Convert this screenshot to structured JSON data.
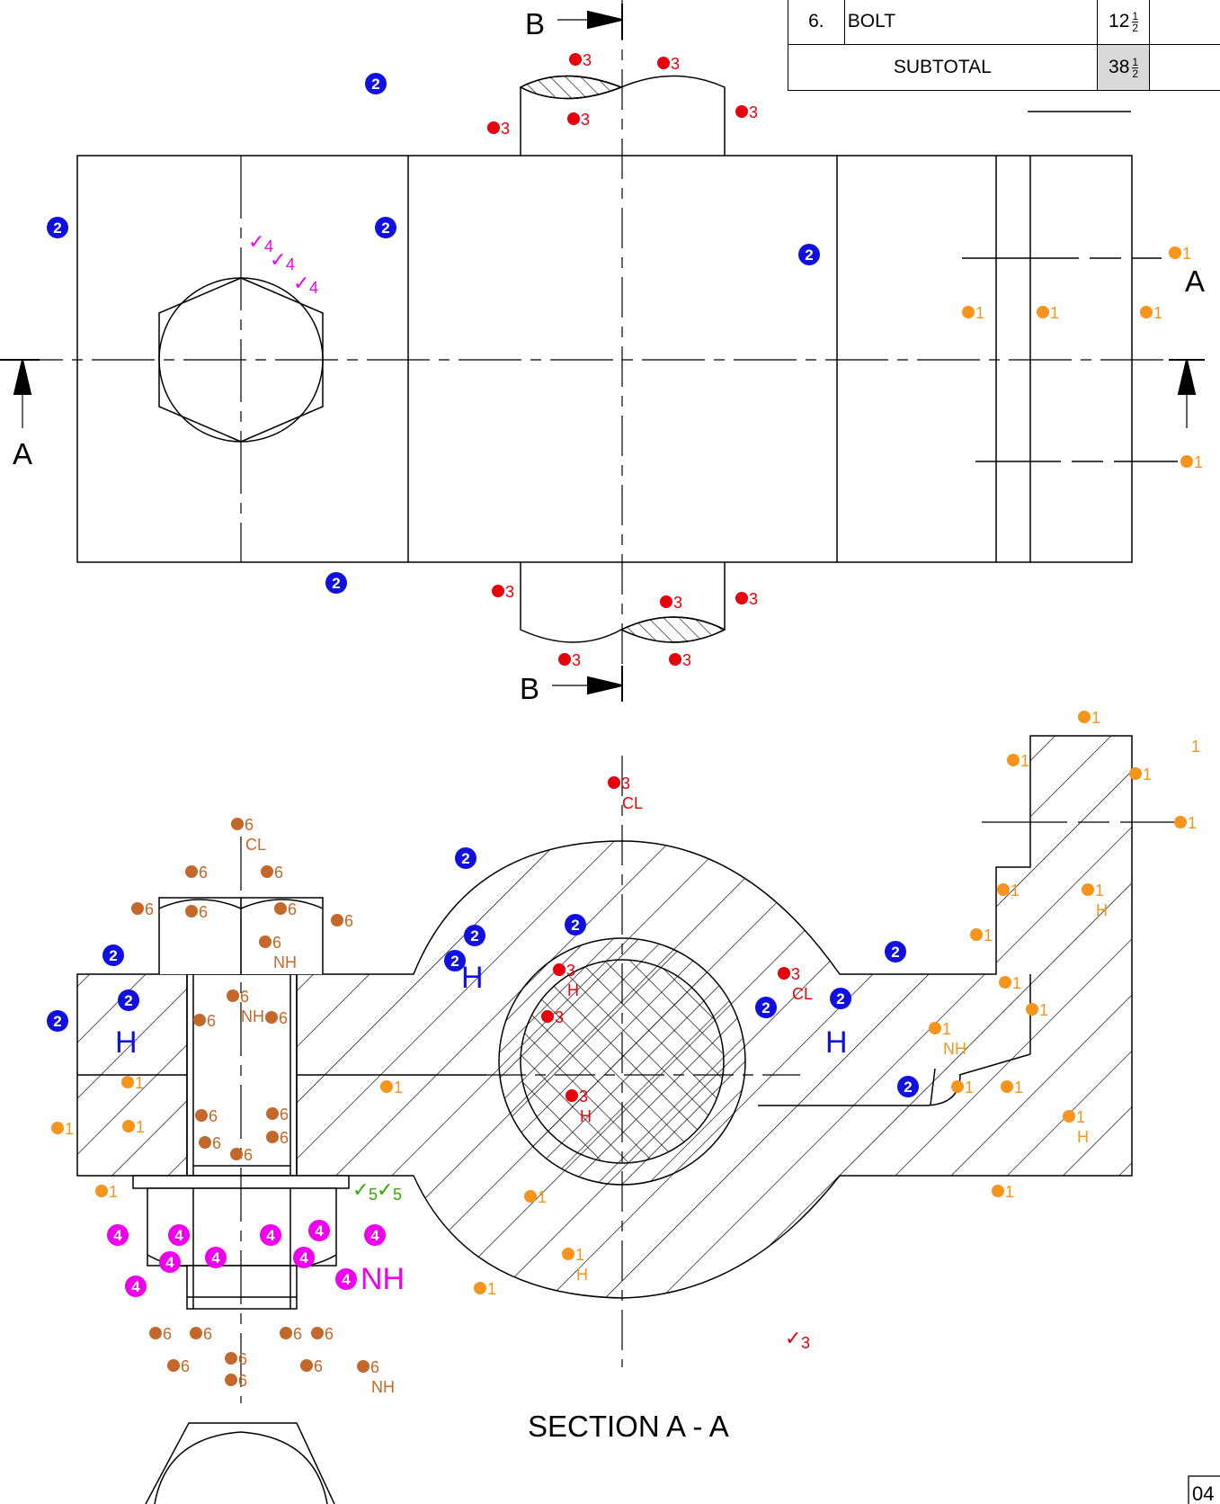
{
  "score_table": {
    "row_number": "6.",
    "row_item": "BOLT",
    "row_whole": "12",
    "subtotal_label": "SUBTOTAL",
    "subtotal_whole": "38",
    "fraction_numerator": "1",
    "fraction_denominator": "2"
  },
  "section_labels": {
    "a_left": "A",
    "a_right": "A",
    "b_top": "B",
    "b_bottom": "B",
    "section_title": "SECTION A - A"
  },
  "page_number": "04",
  "marker_colors": {
    "criterion_1": "#f7941d",
    "criterion_2": "#1010e0",
    "criterion_3": "#e8000b",
    "criterion_4": "#ee00ee",
    "criterion_5": "#33aa00",
    "criterion_6": "#c4672a"
  },
  "annotations": {
    "num1": "1",
    "num2": "2",
    "num3": "3",
    "num4": "4",
    "num5": "5",
    "num6": "6",
    "check": "✓",
    "cl": "CL",
    "nh": "NH",
    "h": "H"
  }
}
